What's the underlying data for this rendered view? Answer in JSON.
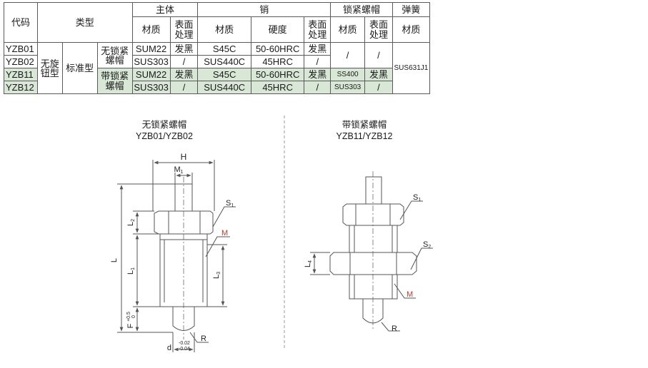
{
  "table": {
    "header": {
      "code": "代码",
      "type": "类型",
      "main_body": "主体",
      "pin": "销",
      "lock_nut": "锁紧螺帽",
      "spring": "弹簧",
      "material": "材质",
      "surface_treatment": "表面处理",
      "hardness": "硬度"
    },
    "type_group_1": "无旋钮型",
    "type_group_2": "标准型",
    "variant_no_nut": "无锁紧螺帽",
    "variant_with_nut": "带锁紧螺帽",
    "spring_material": "SUS631J1",
    "rows": [
      {
        "code": "YZB01",
        "body_mat": "SUM22",
        "body_surf": "发黑",
        "pin_mat": "S45C",
        "pin_hard": "50-60HRC",
        "pin_surf": "发黑",
        "nut_mat": "/",
        "nut_surf": "/"
      },
      {
        "code": "YZB02",
        "body_mat": "SUS303",
        "body_surf": "/",
        "pin_mat": "SUS440C",
        "pin_hard": "45HRC",
        "pin_surf": "/",
        "nut_mat": "",
        "nut_surf": ""
      },
      {
        "code": "YZB11",
        "body_mat": "SUM22",
        "body_surf": "发黑",
        "pin_mat": "S45C",
        "pin_hard": "50-60HRC",
        "pin_surf": "发黑",
        "nut_mat": "SS400",
        "nut_surf": "发黑"
      },
      {
        "code": "YZB12",
        "body_mat": "SUS303",
        "body_surf": "/",
        "pin_mat": "SUS440C",
        "pin_hard": "45HRC",
        "pin_surf": "/",
        "nut_mat": "SUS303",
        "nut_surf": "/"
      }
    ]
  },
  "drawings": {
    "left": {
      "title": "无锁紧螺帽",
      "models": "YZB01/YZB02",
      "labels": {
        "H": "H",
        "M": "M",
        "S": "S",
        "S_sub": "1",
        "M1": "M",
        "M1_sub": "1",
        "L": "L",
        "L1": "L",
        "L1_sub": "1",
        "L2": "L",
        "L2_sub": "2",
        "L3": "L",
        "L3_sub": "3",
        "F": "F",
        "F_tol_upper": "+0.5",
        "F_tol_lower": "0",
        "d": "d",
        "d_tol_upper": "-0.02",
        "d_tol_lower": "-0.04",
        "R": "R"
      }
    },
    "right": {
      "title": "带锁紧螺帽",
      "models": "YZB11/YZB12",
      "labels": {
        "S1": "S",
        "S1_sub": "1",
        "S2": "S",
        "S2_sub": "2",
        "L4": "L",
        "L4_sub": "4",
        "M": "M",
        "R": "R"
      }
    }
  },
  "colors": {
    "line": "#555555",
    "accent_red": "#c0392b",
    "highlight_row": "#d9e8d6"
  }
}
